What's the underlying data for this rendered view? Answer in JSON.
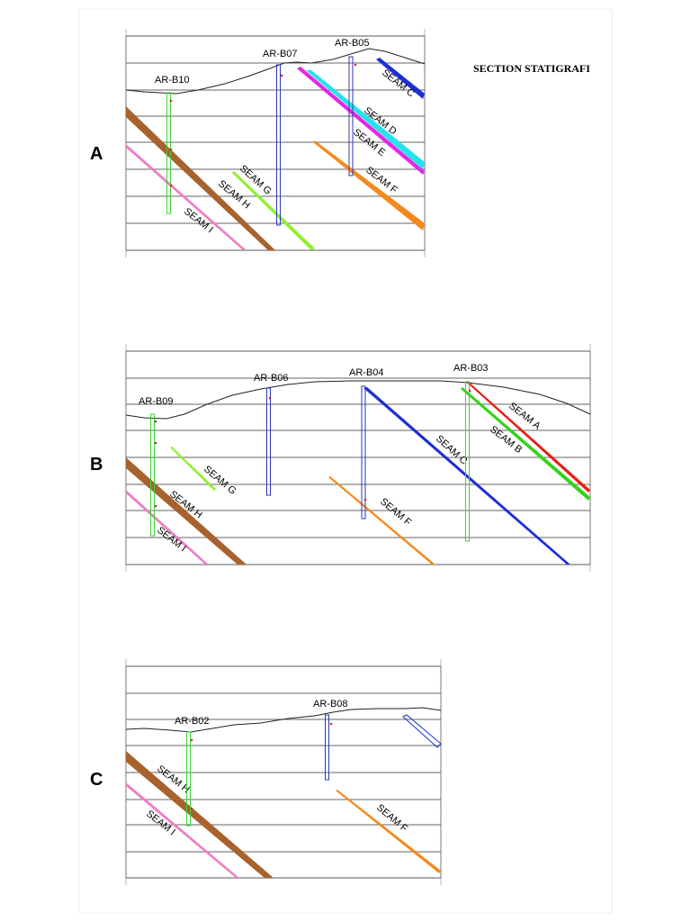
{
  "title": "SECTION STATIGRAFI",
  "colors": {
    "SEAM A": "#e8201a",
    "SEAM B": "#35d21c",
    "SEAM C": "#1c2fd6",
    "SEAM D": "#22e3ee",
    "SEAM E": "#e327e6",
    "SEAM F": "#f5891c",
    "SEAM G": "#8ef02c",
    "SEAM H": "#a8622d",
    "SEAM I": "#ef7fc4",
    "hole_blue": "#2a37b8",
    "hole_green": "#3fd13a",
    "topo": "#222222"
  },
  "sections": [
    {
      "letter": "A",
      "drillholes": [
        {
          "id": "AR-B10",
          "color": "hole_green"
        },
        {
          "id": "AR-B07",
          "color": "hole_blue"
        },
        {
          "id": "AR-B05",
          "color": "hole_blue"
        }
      ],
      "seams": [
        "SEAM C",
        "SEAM D",
        "SEAM E",
        "SEAM F",
        "SEAM G",
        "SEAM H",
        "SEAM I"
      ]
    },
    {
      "letter": "B",
      "drillholes": [
        {
          "id": "AR-B09",
          "color": "hole_green"
        },
        {
          "id": "AR-B06",
          "color": "hole_blue"
        },
        {
          "id": "AR-B04",
          "color": "hole_blue"
        },
        {
          "id": "AR-B03",
          "color": "hole_green"
        }
      ],
      "seams": [
        "SEAM A",
        "SEAM B",
        "SEAM C",
        "SEAM F",
        "SEAM G",
        "SEAM H",
        "SEAM I"
      ]
    },
    {
      "letter": "C",
      "drillholes": [
        {
          "id": "AR-B02",
          "color": "hole_green"
        },
        {
          "id": "AR-B08",
          "color": "hole_blue"
        }
      ],
      "seams": [
        "SEAM F",
        "SEAM H",
        "SEAM I"
      ]
    }
  ]
}
